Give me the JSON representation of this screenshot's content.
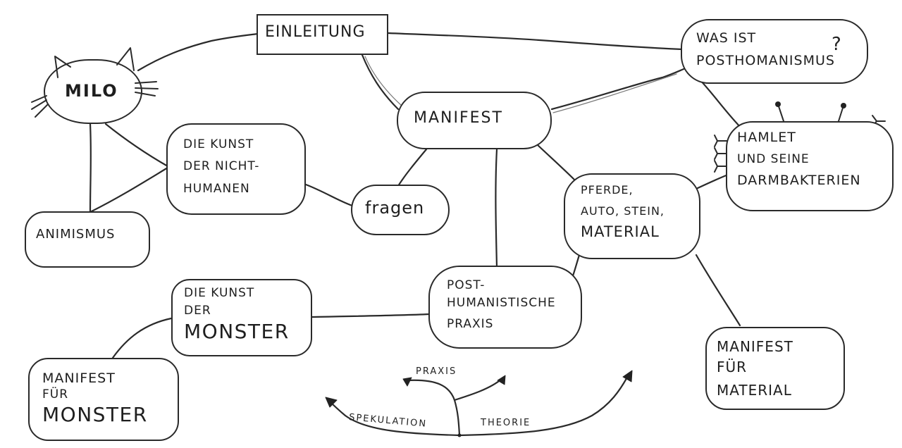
{
  "diagram": {
    "type": "hand-drawn mind map",
    "ink_color": "#2a2a2a",
    "background_color": "#ffffff",
    "nodes": {
      "einleitung": {
        "lines": [
          "EINLEITUNG"
        ]
      },
      "milo": {
        "lines": [
          "MILO"
        ],
        "shape": "cat head"
      },
      "was_ist": {
        "lines": [
          "WAS IST",
          "POSTHOMANISMUS"
        ],
        "mark": "?"
      },
      "manifest": {
        "lines": [
          "MANIFEST"
        ]
      },
      "hamlet": {
        "lines": [
          "HAMLET",
          "UND SEINE",
          "DARMBAKTERIEN"
        ],
        "decoration": "bacteria antennae"
      },
      "kunst_nichthumanen": {
        "lines": [
          "DIE KUNST",
          "DER NICHT-",
          "HUMANEN"
        ]
      },
      "fragen": {
        "lines": [
          "fragen"
        ]
      },
      "animismus": {
        "lines": [
          "ANIMISMUS"
        ]
      },
      "pferde": {
        "lines": [
          "PFERDE,",
          "AUTO, STEIN,",
          "MATERIAL"
        ]
      },
      "praxis": {
        "lines": [
          "POST-",
          "HUMANISTISCHE",
          "PRAXIS"
        ]
      },
      "kunst_monster": {
        "lines": [
          "DIE KUNST",
          "DER",
          "MONSTER"
        ]
      },
      "manifest_material": {
        "lines": [
          "MANIFEST",
          "FÜR",
          "MATERIAL"
        ]
      },
      "manifest_monster": {
        "lines": [
          "MANIFEST",
          "FÜR",
          "MONSTER"
        ]
      }
    },
    "edges": [
      [
        "milo",
        "einleitung"
      ],
      [
        "einleitung",
        "was_ist"
      ],
      [
        "einleitung",
        "manifest"
      ],
      [
        "manifest",
        "was_ist"
      ],
      [
        "was_ist",
        "hamlet"
      ],
      [
        "milo",
        "kunst_nichthumanen"
      ],
      [
        "milo",
        "animismus"
      ],
      [
        "animismus",
        "kunst_nichthumanen"
      ],
      [
        "kunst_nichthumanen",
        "fragen"
      ],
      [
        "manifest",
        "fragen"
      ],
      [
        "manifest",
        "praxis"
      ],
      [
        "manifest",
        "pferde"
      ],
      [
        "pferde",
        "hamlet"
      ],
      [
        "pferde",
        "praxis"
      ],
      [
        "pferde",
        "manifest_material"
      ],
      [
        "praxis",
        "kunst_monster"
      ],
      [
        "kunst_monster",
        "manifest_monster"
      ]
    ],
    "legend_tree": {
      "branches": [
        "PRAXIS",
        "SPEKULATION",
        "THEORIE"
      ]
    }
  }
}
